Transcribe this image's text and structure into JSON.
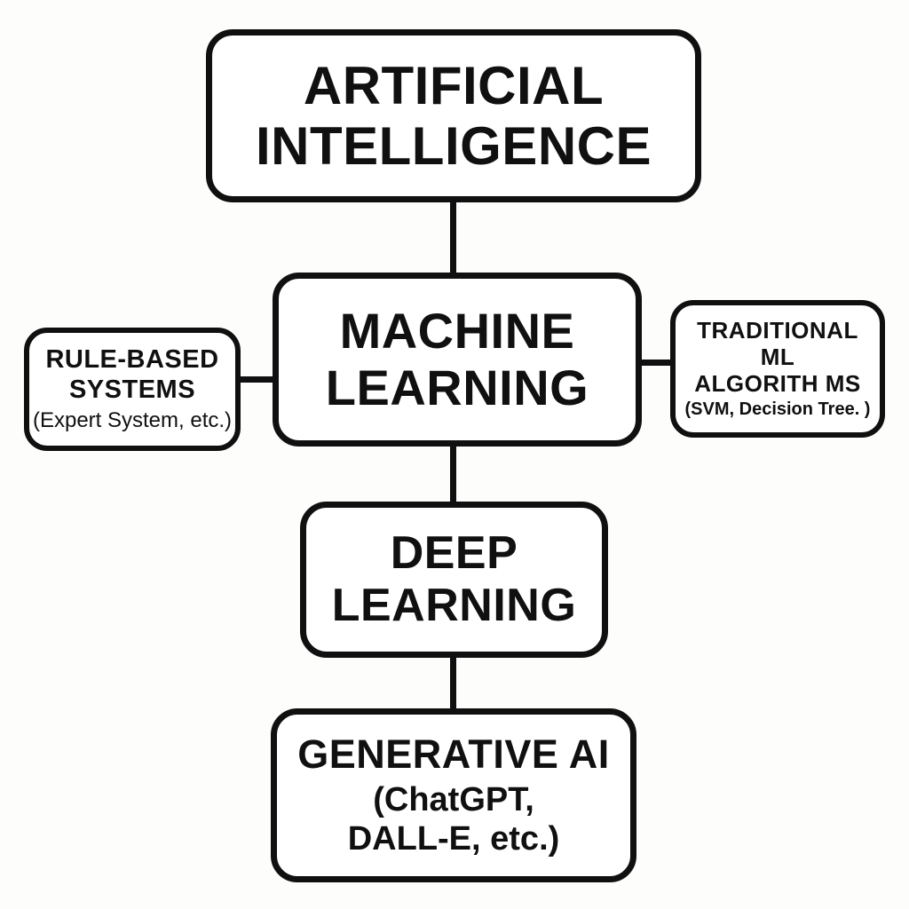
{
  "diagram": {
    "title": "AI hierarchy diagram",
    "background_color": "#fdfdfc",
    "line_color": "#101010",
    "box_fill": "#ffffff",
    "nodes": {
      "ai": {
        "line1": "ARTIFICIAL",
        "line2": "INTELLIGENCE"
      },
      "ml": {
        "line1": "MACHINE",
        "line2": "LEARNING"
      },
      "rule": {
        "line1": "RULE-BASED",
        "line2": "SYSTEMS",
        "sub": "(Expert System, etc.)"
      },
      "trad": {
        "line1": "TRADITIONAL",
        "line2": "ML",
        "line3": "ALGORITH MS",
        "sub": "(SVM, Decision Tree. )"
      },
      "deep": {
        "line1": "DEEP",
        "line2": "LEARNING"
      },
      "gen": {
        "line1": "GENERATIVE AI",
        "sub1": "(ChatGPT,",
        "sub2": "DALL-E, etc.)"
      }
    }
  }
}
